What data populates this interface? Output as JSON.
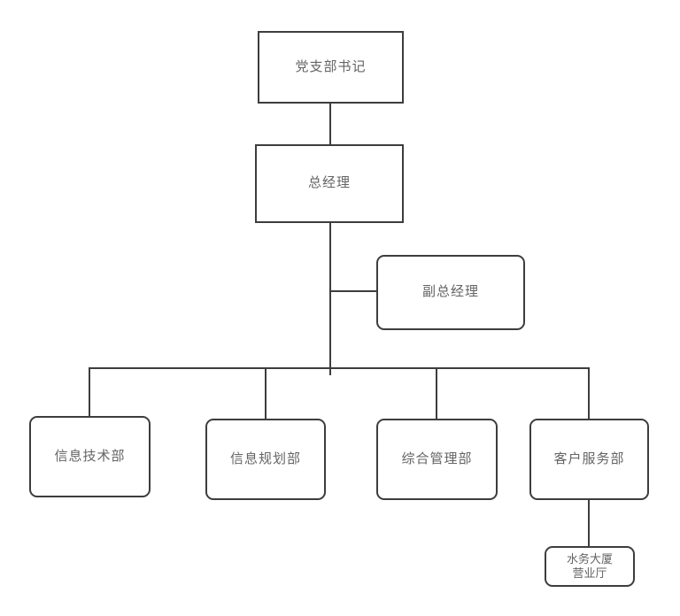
{
  "diagram": {
    "type": "org-chart",
    "colors": {
      "line": "#3d3d3d",
      "border": "#3d3d3d",
      "text": "#646464",
      "background": "#ffffff"
    },
    "nodes": {
      "party_branch_secretary": {
        "label": "党支部书记"
      },
      "general_manager": {
        "label": "总经理"
      },
      "deputy_general_manager": {
        "label": "副总经理"
      },
      "dept_info_tech": {
        "label": "信息技术部"
      },
      "dept_info_planning": {
        "label": "信息规划部"
      },
      "dept_general_admin": {
        "label": "综合管理部"
      },
      "dept_customer_service": {
        "label": "客户服务部"
      },
      "water_building_hall": {
        "label": "水务大厦营业厅",
        "line1": "水务大厦",
        "line2": "营业厅"
      }
    },
    "edges": [
      {
        "from": "party_branch_secretary",
        "to": "general_manager"
      },
      {
        "from": "general_manager",
        "to": "deputy_general_manager"
      },
      {
        "from": "general_manager",
        "to": "dept_info_tech"
      },
      {
        "from": "general_manager",
        "to": "dept_info_planning"
      },
      {
        "from": "general_manager",
        "to": "dept_general_admin"
      },
      {
        "from": "general_manager",
        "to": "dept_customer_service"
      },
      {
        "from": "dept_customer_service",
        "to": "water_building_hall"
      }
    ]
  }
}
